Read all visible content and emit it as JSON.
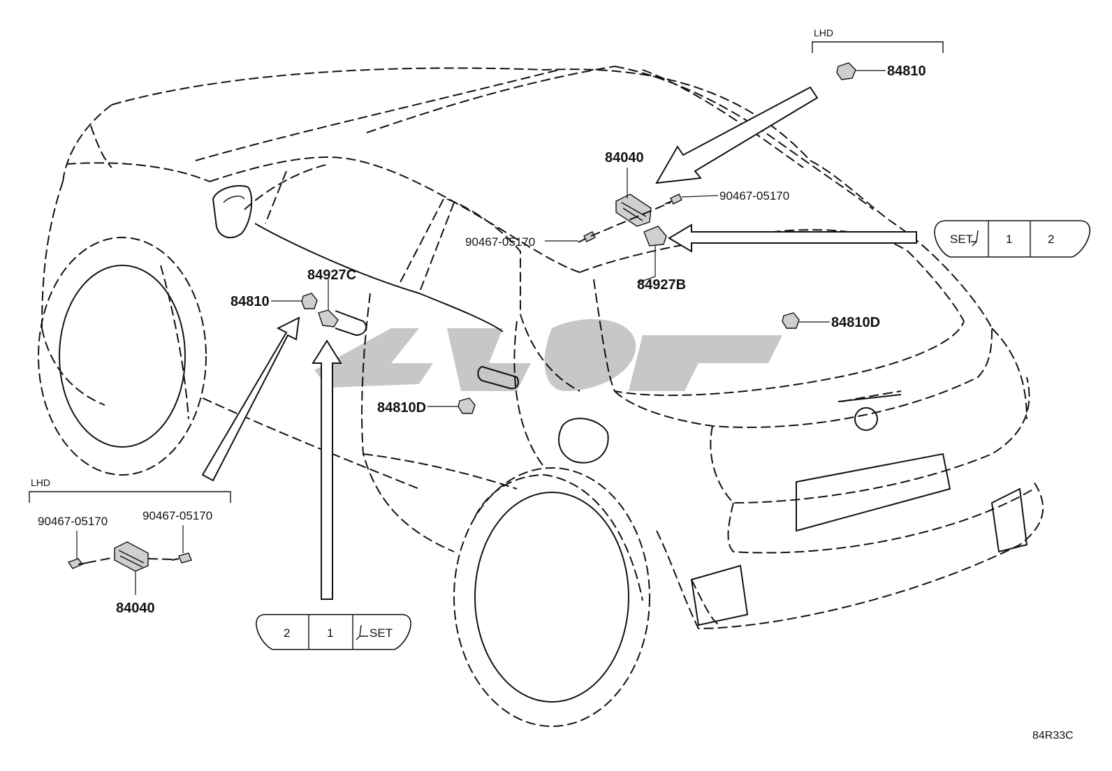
{
  "labels": {
    "lhd_top": "LHD",
    "lhd_bottom": "LHD",
    "p84810_top": "84810",
    "p84040_center": "84040",
    "p90467_right": "90467-05170",
    "p90467_center": "90467-05170",
    "p84927b": "84927B",
    "p84927c": "84927C",
    "p84810_left": "84810",
    "p84810d_right": "84810D",
    "p84810d_center": "84810D",
    "p90467_lhd_left": "90467-05170",
    "p90467_lhd_right": "90467-05170",
    "p84040_lhd": "84040",
    "drawing_code": "84R33C"
  },
  "switch_right": {
    "buttons": [
      "SET",
      "1",
      "2"
    ]
  },
  "switch_left": {
    "buttons": [
      "2",
      "1",
      "SET"
    ]
  }
}
